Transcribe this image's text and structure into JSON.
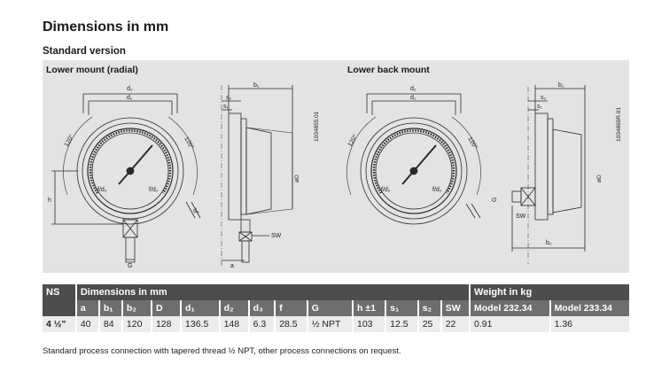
{
  "page": {
    "title": "Dimensions in mm",
    "subtitle": "Standard version",
    "footnote": "Standard process connection with tapered thread ½ NPT, other process connections on request."
  },
  "drawings": {
    "left": {
      "title": "Lower mount (radial)",
      "code": "1034855.01",
      "labels": {
        "d2": "d₂",
        "d1": "d₁",
        "b1": "b₁",
        "s2": "s₂",
        "s1": "s₁",
        "h": "h",
        "d3": "d₃",
        "G": "G",
        "a": "a",
        "SW": "SW",
        "phiD": "øD",
        "angle_left": "120°",
        "angle_right": "120°",
        "dial_left": "f/d₂",
        "dial_right": "f/d₂"
      }
    },
    "right": {
      "title": "Lower back mount",
      "code": "1034865R.01",
      "labels": {
        "d2": "d₂",
        "d1": "d₁",
        "b1": "b₁",
        "b2": "b₂",
        "s2": "s₂",
        "s1": "s₁",
        "G": "G",
        "SW": "SW",
        "phiD": "øD",
        "angle_left": "120°",
        "angle_right": "120°",
        "dial_left": "f/d₂",
        "dial_right": "f/d₂"
      }
    }
  },
  "table": {
    "header_ns": "NS",
    "header_dims": "Dimensions in mm",
    "header_weight": "Weight in kg",
    "columns": [
      "a",
      "b₁",
      "b₂",
      "D",
      "d₁",
      "d₂",
      "d₃",
      "f",
      "G",
      "h ±1",
      "s₁",
      "s₂",
      "SW"
    ],
    "weight_columns": [
      "Model 232.34",
      "Model 233.34"
    ],
    "rows": [
      {
        "ns": "4 ½\"",
        "values": [
          "40",
          "84",
          "120",
          "128",
          "136.5",
          "148",
          "6.3",
          "28.5",
          "½ NPT",
          "103",
          "12.5",
          "25",
          "22"
        ],
        "weights": [
          "0.91",
          "1.36"
        ]
      }
    ]
  }
}
